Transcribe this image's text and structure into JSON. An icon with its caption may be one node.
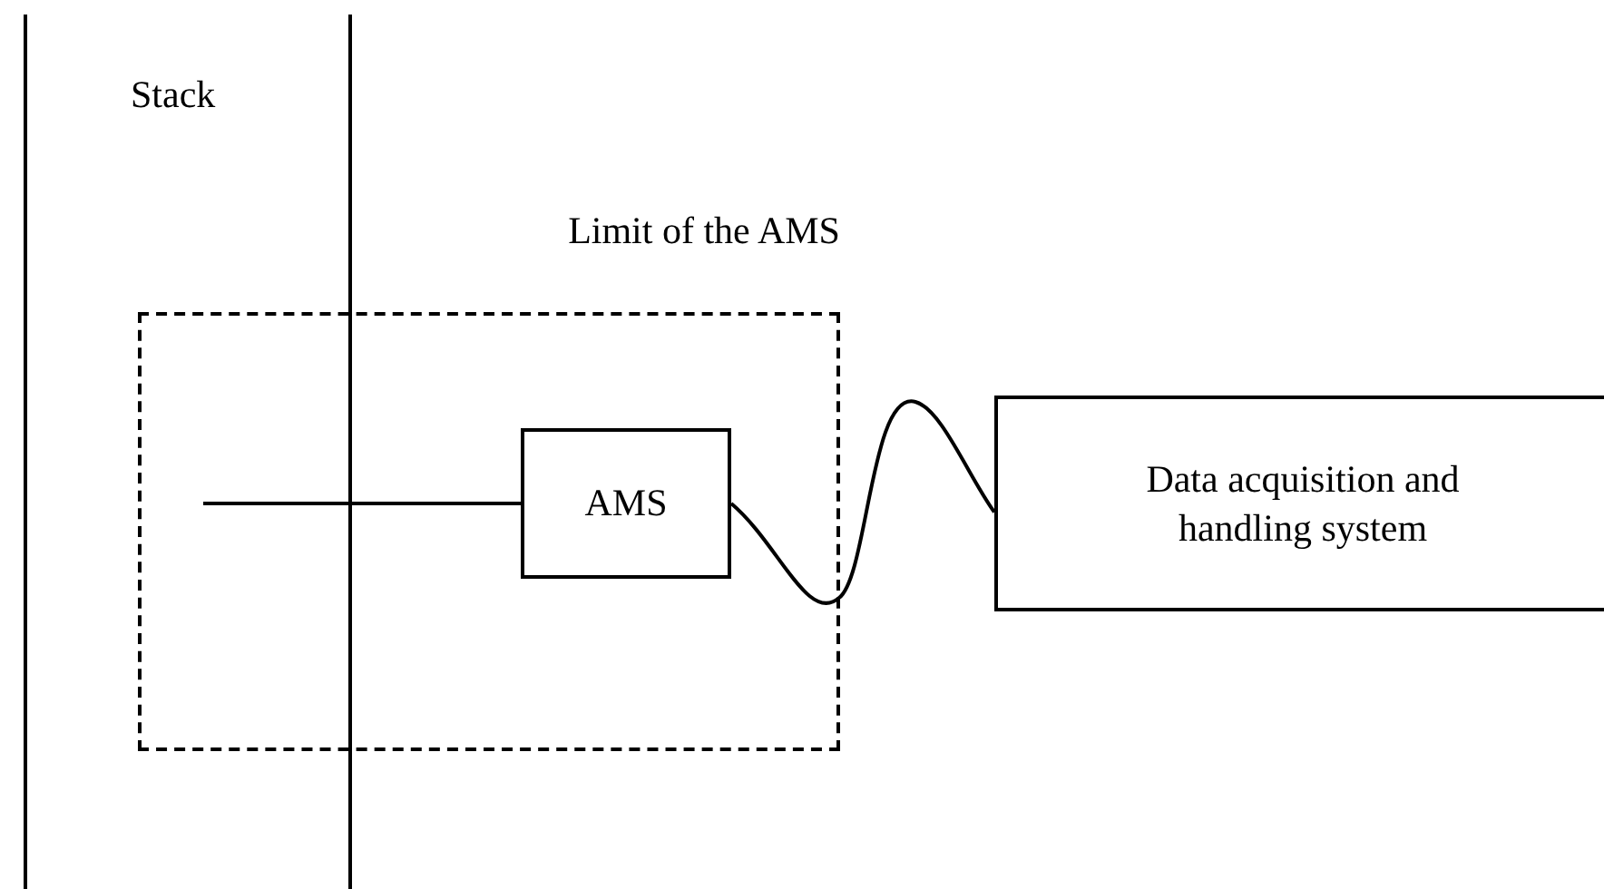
{
  "diagram": {
    "nodes": [
      {
        "text": [
          "Limit of the AMS"
        ]
      },
      {
        "text": [
          "AMS"
        ],
        "in": 0
      },
      {
        "text": [
          "Data acquisition and handling system"
        ]
      }
    ],
    "edges": [
      {
        "from": null,
        "to": 1,
        "arrow": "none"
      },
      {
        "from": 1,
        "to": 2,
        "arrow": "none"
      }
    ],
    "labels": [
      "Stack"
    ]
  }
}
